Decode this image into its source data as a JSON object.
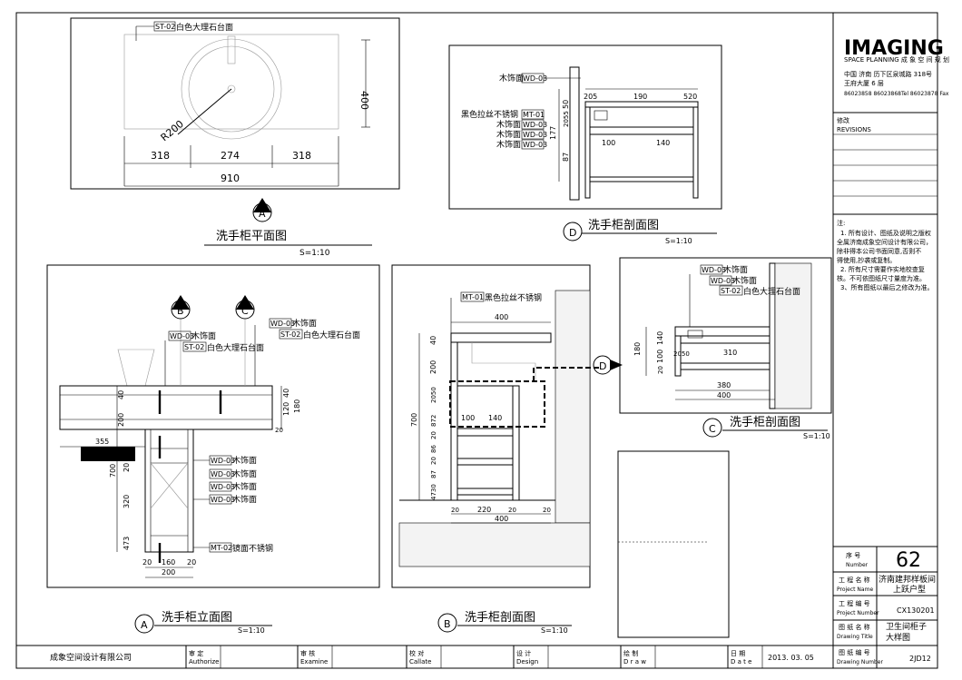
{
  "title_block": {
    "logo": "IMAGING",
    "logo_sub": "SPACE PLANNING 成 象 空 间 规 划",
    "address_line1": "中国 济南 历下区泉城路 318号",
    "address_line2": "王府大厦 6 层",
    "phone": "86023858 86023868Tel 86023878 Fax",
    "revisions_cn": "修改",
    "revisions_en": "REVISIONS",
    "notes_head": "注:",
    "note1": "1. 所有设计、图纸及说明之版权",
    "note1b": "全属济南成象空间设计有限公司，",
    "note1c": "除非得本公司书面同意,否则不",
    "note1d": "得使用,抄袭或复制。",
    "note2": "2. 所有尺寸需要作实地校查复",
    "note2b": "核。不可依图纸尺寸量度为准。",
    "note3": "3、所有图纸以最后之修改为准。",
    "number_cn": "序 号",
    "number_en": "Number",
    "number_value": "62",
    "project_name_cn": "工 程 名 称",
    "project_name_en": "Project  Name",
    "project_name_value1": "济南建邦样板间",
    "project_name_value2": "上跃户型",
    "project_no_cn": "工 程 编 号",
    "project_no_en": "Project  Number",
    "project_no_value": "CX130201",
    "drawing_title_cn": "图 纸 名 称",
    "drawing_title_en": "Drawing Title",
    "drawing_title_value1": "卫生间柜子",
    "drawing_title_value2": "大样图",
    "drawing_no_cn": "图 纸 编 号",
    "drawing_no_en": "Drawing Number",
    "drawing_no_value": "2JD12"
  },
  "bottom_bar": {
    "company": "成象空间设计有限公司",
    "authorize_cn": "审    定",
    "authorize_en": "Authorize",
    "examine_cn": "审    核",
    "examine_en": "Examine",
    "collate_cn": "校    对",
    "collate_en": "Callate",
    "design_cn": "设    计",
    "design_en": "Design",
    "draw_cn": "绘    制",
    "draw_en": "D r a w",
    "date_cn": "日    期",
    "date_en": "D a t e",
    "date_value": "2013. 03. 05"
  },
  "plan_view": {
    "title": "洗手柜平面图",
    "scale": "S=1:10",
    "marker": "A",
    "label_st02": "ST-02",
    "label_st02_text": "白色大理石台面",
    "radius": "R200",
    "dim_400": "400",
    "dim_318a": "318",
    "dim_274": "274",
    "dim_318b": "318",
    "dim_910": "910"
  },
  "section_d": {
    "title": "洗手柜剖面图",
    "scale": "S=1:10",
    "marker": "D",
    "wd03_a": "WD-03",
    "wood_a": "木饰面",
    "mt01": "MT-01",
    "mt01_text": "黑色拉丝不锈钢",
    "wd03_b": "WD-03",
    "wood_b": "木饰面",
    "wd03_c": "WD-03",
    "wood_c": "木饰面",
    "wd03_d": "WD-03",
    "wood_d": "木饰面",
    "d205": "205",
    "d190": "190",
    "d520": "520",
    "d50": "50",
    "d2055": "2055",
    "d177": "177",
    "d87": "87",
    "d100": "100",
    "d140": "140"
  },
  "elevation_a": {
    "title": "洗手柜立面图",
    "scale": "S=1:10",
    "marker": "A",
    "marker_b": "B",
    "marker_c": "C",
    "wd03_top": "WD-03",
    "wood_top": "木饰面",
    "st02_top": "ST-02",
    "marble_top": "白色大理石台面",
    "wd03_l": "WD-03",
    "wood_l": "木饰面",
    "st02_l": "ST-02",
    "marble_l": "白色大理石台面",
    "wd03_1": "WD-03",
    "wood_1": "木饰面",
    "wd03_2": "WD-03",
    "wood_2": "木饰面",
    "wd03_3": "WD-03",
    "wood_3": "木饰面",
    "wd03_4": "WD-03",
    "wood_4": "木饰面",
    "mt02": "MT-02",
    "mirror": "镜面不锈钢",
    "d355": "355",
    "d40a": "40",
    "d200a": "200",
    "d40b": "40",
    "d120": "120",
    "d180": "180",
    "d20a": "20",
    "d700": "700",
    "d320": "320",
    "d473": "473",
    "d20b": "20",
    "d160": "160",
    "d20c": "20",
    "d200b": "200"
  },
  "section_b": {
    "title": "洗手柜剖面图",
    "scale": "S=1:10",
    "marker": "B",
    "marker_d": "D",
    "mt01": "MT-01",
    "mt01_text": "黑色拉丝不锈钢",
    "d400top": "400",
    "d40": "40",
    "d200": "200",
    "d2050": "2050",
    "d872": "872",
    "d20a": "20",
    "d86": "86",
    "d20b": "20",
    "d87": "87",
    "d4730": "4730",
    "d700": "700",
    "d100": "100",
    "d140": "140",
    "d20l": "20",
    "d220": "220",
    "d20m": "20",
    "d20r": "20",
    "d400b": "400"
  },
  "section_c": {
    "title": "洗手柜剖面图",
    "scale": "S=1:10",
    "marker": "C",
    "wd03_a": "WD-03",
    "wood_a": "木饰面",
    "wd03_b": "WD-03",
    "wood_b": "木饰面",
    "st02": "ST-02",
    "marble": "白色大理石台面",
    "d180": "180",
    "d140": "140",
    "d100": "100",
    "d20": "20",
    "d2050": "2050",
    "d310": "310",
    "d380": "380",
    "d400": "400"
  }
}
